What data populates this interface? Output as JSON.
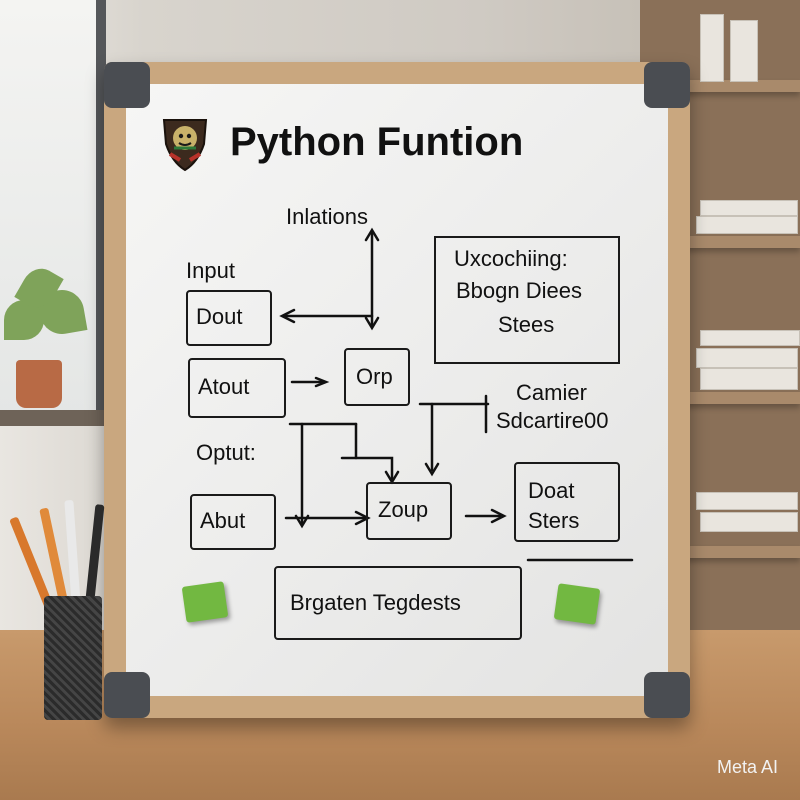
{
  "board": {
    "title": "Python Funtion",
    "labels": {
      "inlations": "Inlations",
      "input": "Input",
      "optut": "Optut:",
      "camier": "Camier",
      "sdcartire": "Sdcartire00"
    },
    "boxes": {
      "dout": "Dout",
      "atout": "Atout",
      "abut": "Abut",
      "orp": "Orp",
      "zoup": "Zoup",
      "doat_1": "Doat",
      "doat_2": "Sters",
      "note_1": "Uxcochiing:",
      "note_2": "Bbogn Diees",
      "note_3": "Stees",
      "bottom": "Brgaten Tegdests"
    }
  },
  "watermark": "Meta AI"
}
